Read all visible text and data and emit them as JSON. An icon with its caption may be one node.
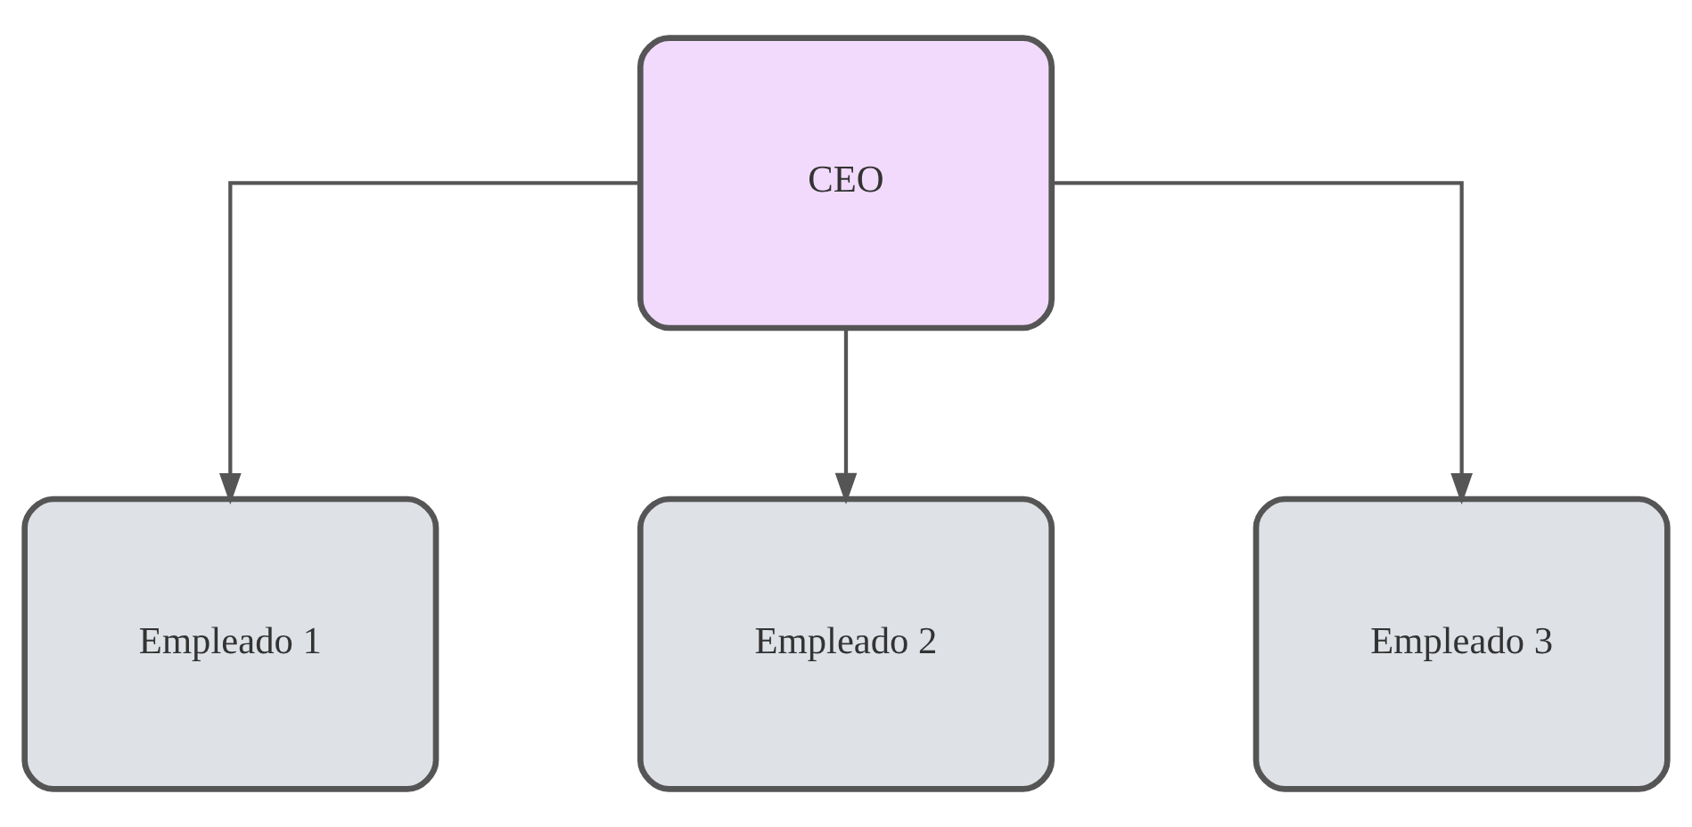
{
  "diagram": {
    "nodes": [
      {
        "text": [
          "CEO"
        ]
      },
      {
        "text": [
          "Empleado 1"
        ]
      },
      {
        "text": [
          "Empleado 2"
        ]
      },
      {
        "text": [
          "Empleado 3"
        ]
      }
    ],
    "edges": [
      {
        "from": 0,
        "to": 1,
        "arrow": "to"
      },
      {
        "from": 0,
        "to": 2,
        "arrow": "to"
      },
      {
        "from": 0,
        "to": 3,
        "arrow": "to"
      }
    ]
  }
}
